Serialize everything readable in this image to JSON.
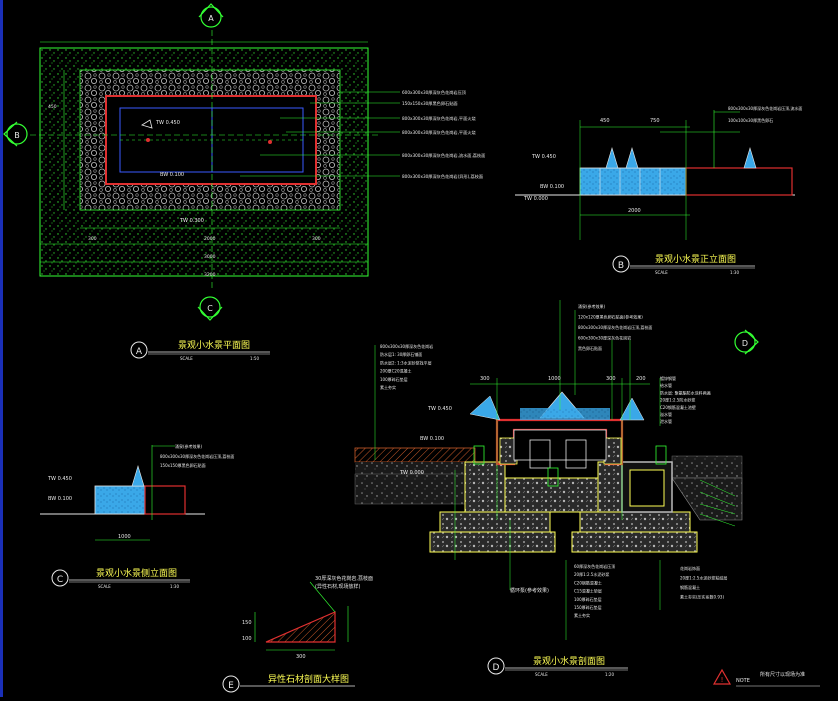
{
  "drawing": {
    "titles": {
      "A": {
        "marker": "A",
        "label": "景观小水景平面图",
        "scale_left": "SCALE",
        "scale_right": "1:50"
      },
      "B": {
        "marker": "B",
        "label": "景观小水景正立面图",
        "scale_left": "SCALE",
        "scale_right": "1:30"
      },
      "C": {
        "marker": "C",
        "label": "景观小水景侧立面图",
        "scale_left": "SCALE",
        "scale_right": "1:30"
      },
      "D": {
        "marker": "D",
        "label": "景观小水景剖面图",
        "scale_left": "SCALE",
        "scale_right": "1:20"
      },
      "E": {
        "marker": "E",
        "label": "异性石材剖面大样图"
      }
    },
    "plan_notes": [
      "600x300x30厚深灰色花岗岩压顶",
      "150x150x30厚黑色卵石贴面",
      "800x300x30厚深灰色花岗岩,平面火烧",
      "800x300x30厚深灰色花岗岩,平面火烧",
      "800x300x30厚深灰色花岗岩,流水面,荔枝面",
      "800x300x30厚深灰色花岗岩(异形),荔枝面"
    ],
    "plan_dims": {
      "inner": "2000",
      "mid": "3000",
      "outer": "3200",
      "side": "300",
      "top": "450"
    },
    "plan_levels": [
      "TW 0.450",
      "BW 0.100",
      "TW 0.300"
    ],
    "b_notes": [
      "800x300x30厚深灰色花岗岩压顶,流水面",
      "100x100x30厚黑色卵石"
    ],
    "b_dims": [
      "450",
      "750",
      "2000"
    ],
    "b_levels": [
      "TW 0.450",
      "BW 0.100",
      "TW 0.000"
    ],
    "c_notes": [
      "涌泉(参考效果)",
      "800x300x30厚深灰色花岗岩压顶,荔枝面",
      "150x150厚黑色卵石贴面"
    ],
    "c_levels": [
      "TW 0.450",
      "BW 0.100"
    ],
    "c_dims": [
      "1000"
    ],
    "d_notes_left": [
      "800x300x30厚深灰色花岗岩",
      "防水层1: 30厚卵石铺面",
      "防水层2: 1:3水泥砂浆找平层",
      "200厚C20混凝土",
      "100厚碎石垫层",
      "素土夯实"
    ],
    "d_notes_top": [
      "涌泉(参考效果)",
      "120x120厚黑色卵石贴面(参考效果)",
      "800x300x30厚深灰色花岗岩压顶,荔枝面",
      "600x300x30厚深灰色花岗岩",
      "黑色卵石贴面"
    ],
    "d_notes_right": [
      "镀锌钢管",
      "给水管",
      "防水层: 聚氨酯防水涂料两遍",
      "20厚1:2.5防水砂浆",
      "C20钢筋混凝土池壁",
      "溢水管",
      "泄水管"
    ],
    "d_notes_bottom_left": [
      "60厚深灰色花岗岩压顶",
      "20厚1:2.5水泥砂浆",
      "C20钢筋混凝土",
      "C15混凝土垫层",
      "100厚碎石垫层",
      "150厚碎石垫层",
      "素土夯实"
    ],
    "d_notes_bottom_right": [
      "花岗岩饰面",
      "20厚1:2.5水泥砂浆粘结层",
      "钢筋混凝土",
      "素土夯实(压实系数0.93)"
    ],
    "d_pipe_label": "循环泵(参考效果)",
    "d_dims": [
      "300",
      "1000",
      "300",
      "200"
    ],
    "d_levels": [
      "TW 0.450",
      "BW 0.100",
      "TW 0.000"
    ],
    "e_notes": [
      "30厚深灰色花岗岩,荔枝面",
      "(异性石材,现场放样)"
    ],
    "e_dims": [
      "150",
      "100",
      "300"
    ],
    "footer": {
      "warning": "NOTE",
      "text": "所有尺寸以现场为准"
    },
    "compass_labels": [
      "A",
      "B",
      "C",
      "D"
    ]
  }
}
